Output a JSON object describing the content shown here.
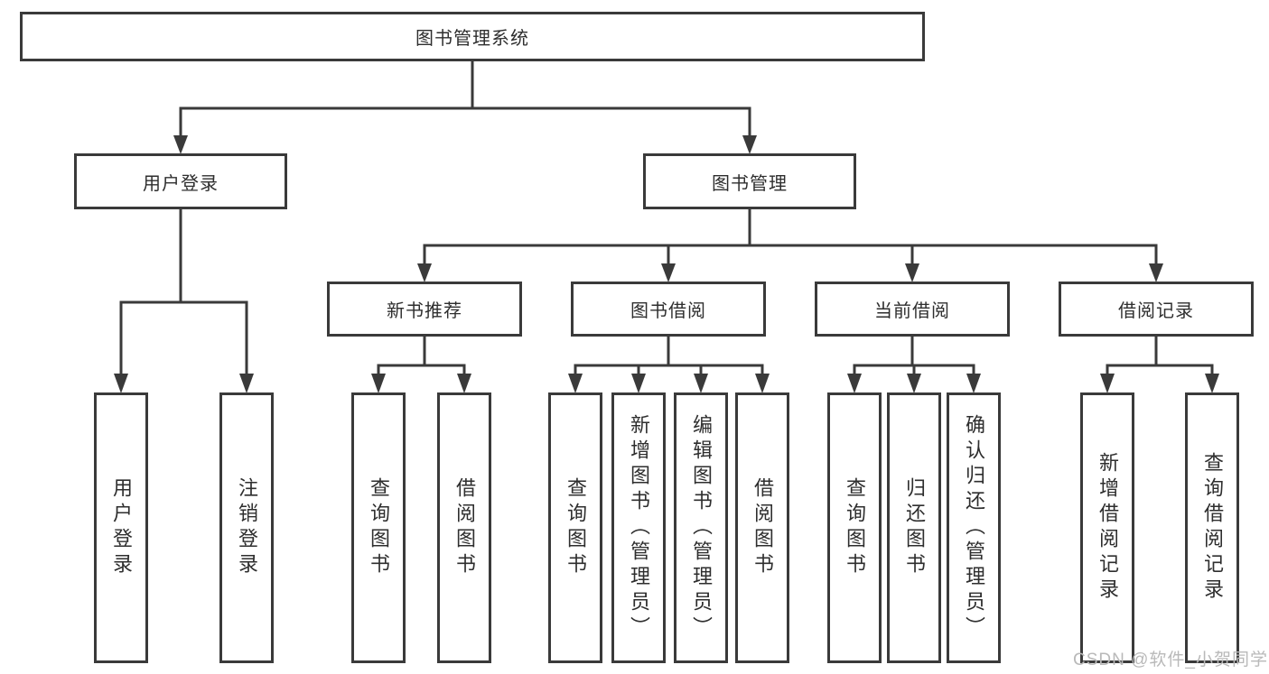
{
  "tree": {
    "root": {
      "label": "图书管理系统"
    },
    "branches": [
      {
        "label": "用户登录",
        "children": [
          {
            "label": "用户登录"
          },
          {
            "label": "注销登录"
          }
        ]
      },
      {
        "label": "图书管理",
        "children": [
          {
            "label": "新书推荐",
            "children": [
              {
                "label": "查询图书"
              },
              {
                "label": "借阅图书"
              }
            ]
          },
          {
            "label": "图书借阅",
            "children": [
              {
                "label": "查询图书"
              },
              {
                "label": "新增图书（管理员）"
              },
              {
                "label": "编辑图书（管理员）"
              },
              {
                "label": "借阅图书"
              }
            ]
          },
          {
            "label": "当前借阅",
            "children": [
              {
                "label": "查询图书"
              },
              {
                "label": "归还图书"
              },
              {
                "label": "确认归还（管理员）"
              }
            ]
          },
          {
            "label": "借阅记录",
            "children": [
              {
                "label": "新增借阅记录"
              },
              {
                "label": "查询借阅记录"
              }
            ]
          }
        ]
      }
    ]
  },
  "watermark": {
    "text": "CSDN @软件_小贺同学"
  },
  "colors": {
    "line": "#3a3a3a",
    "text": "#2e2e2e",
    "watermark": "#b9b9b9",
    "background": "#ffffff"
  }
}
